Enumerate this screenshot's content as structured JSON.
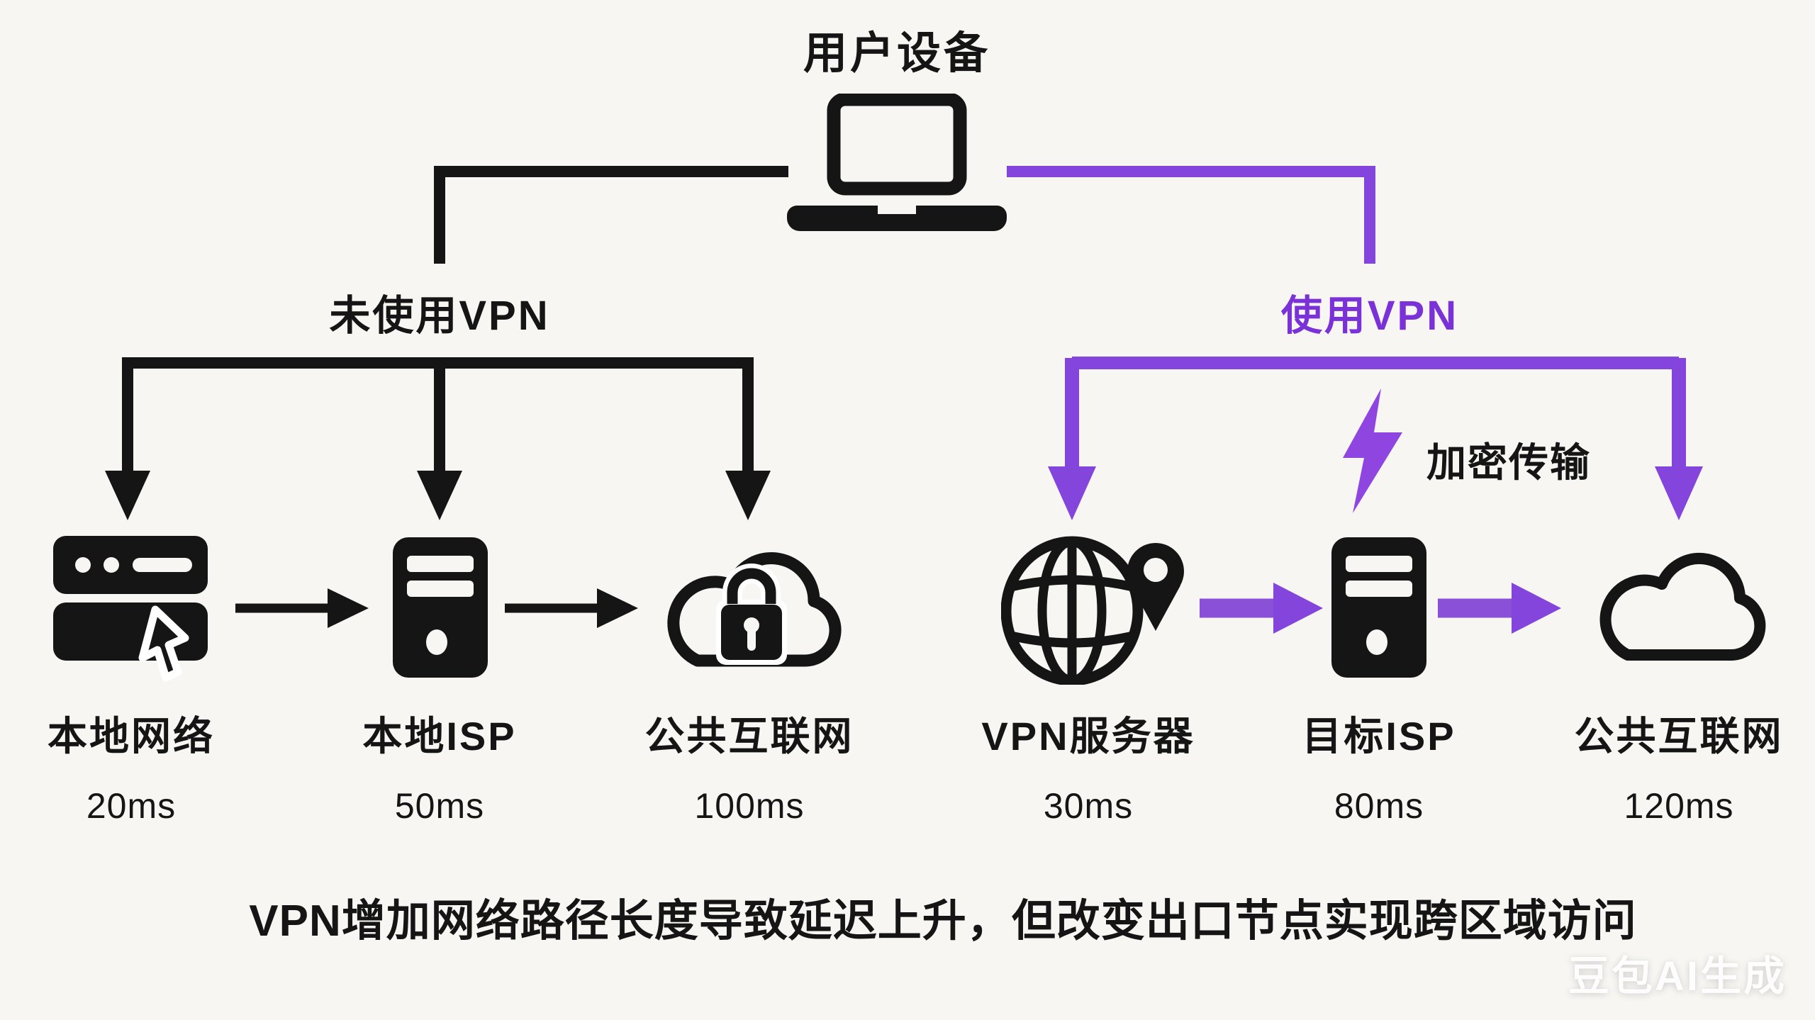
{
  "diagram": {
    "title": "用户设备",
    "branches": {
      "no_vpn": {
        "label": "未使用VPN",
        "color": "#151515"
      },
      "vpn": {
        "label": "使用VPN",
        "color": "#7b31d8"
      }
    },
    "encrypted_label": "加密传输",
    "nodes": [
      {
        "id": "local-network",
        "branch": "no_vpn",
        "icon": "router-icon",
        "label": "本地网络",
        "latency": "20ms"
      },
      {
        "id": "local-isp",
        "branch": "no_vpn",
        "icon": "server-icon",
        "label": "本地ISP",
        "latency": "50ms"
      },
      {
        "id": "public-internet-left",
        "branch": "no_vpn",
        "icon": "cloud-lock-icon",
        "label": "公共互联网",
        "latency": "100ms"
      },
      {
        "id": "vpn-server",
        "branch": "vpn",
        "icon": "globe-pin-icon",
        "label": "VPN服务器",
        "latency": "30ms"
      },
      {
        "id": "target-isp",
        "branch": "vpn",
        "icon": "server-icon",
        "label": "目标ISP",
        "latency": "80ms"
      },
      {
        "id": "public-internet-right",
        "branch": "vpn",
        "icon": "cloud-icon",
        "label": "公共互联网",
        "latency": "120ms"
      }
    ],
    "flows": {
      "no_vpn": [
        "本地网络",
        "本地ISP",
        "公共互联网"
      ],
      "vpn": [
        "VPN服务器",
        "目标ISP",
        "公共互联网"
      ]
    },
    "caption": "VPN增加网络路径长度导致延迟上升，但改变出口节点实现跨区域访问",
    "watermark": "豆包AI生成",
    "colors": {
      "background": "#f7f6f3",
      "black": "#151515",
      "purple_line": "#8445dc",
      "purple_text": "#7b31d8"
    }
  }
}
